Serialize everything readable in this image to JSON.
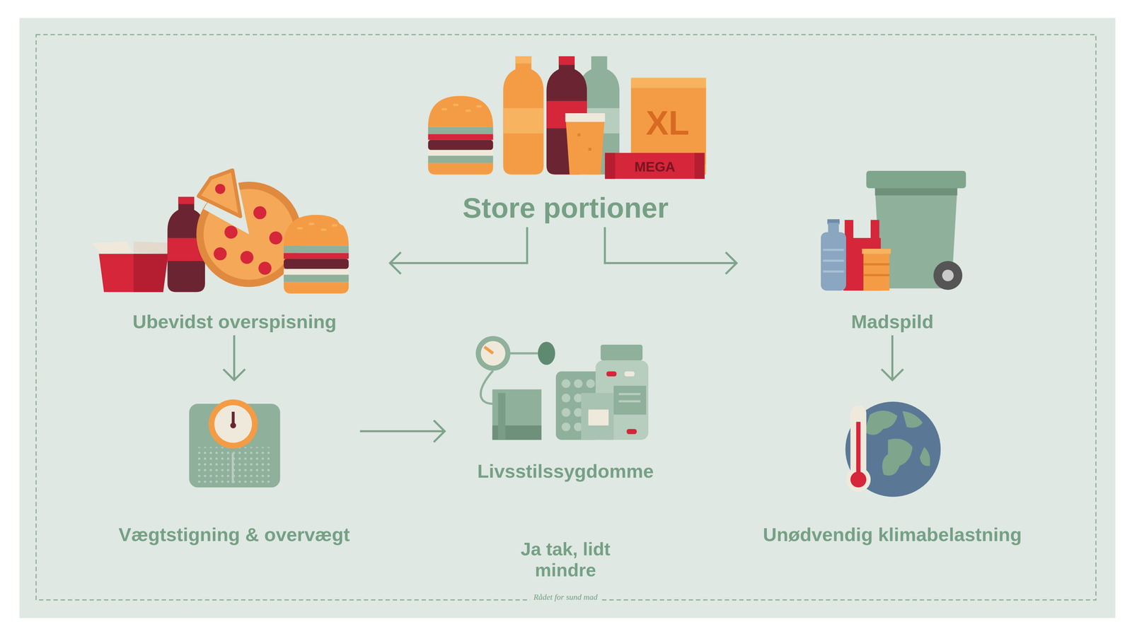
{
  "diagram": {
    "nodes": [
      {
        "text": [
          "Store portioner"
        ]
      },
      {
        "text": [
          "Ubevidst overspisning"
        ]
      },
      {
        "text": [
          "Madspild"
        ]
      },
      {
        "text": [
          "Vægtstigning & overvægt"
        ]
      },
      {
        "text": [
          "Livsstilssygdomme"
        ]
      },
      {
        "text": [
          "Unødvendig klimabelastning"
        ]
      }
    ],
    "edges": [
      {
        "from": 0,
        "to": 1,
        "arrow": "to"
      },
      {
        "from": 0,
        "to": 2,
        "arrow": "to"
      },
      {
        "from": 1,
        "to": 3,
        "arrow": "to"
      },
      {
        "from": 3,
        "to": 4,
        "arrow": "to"
      },
      {
        "from": 2,
        "to": 5,
        "arrow": "to"
      }
    ],
    "labels": [
      "XL",
      "MEGA",
      "Ja tak, lidt mindre",
      "Rådet for sund mad"
    ]
  }
}
